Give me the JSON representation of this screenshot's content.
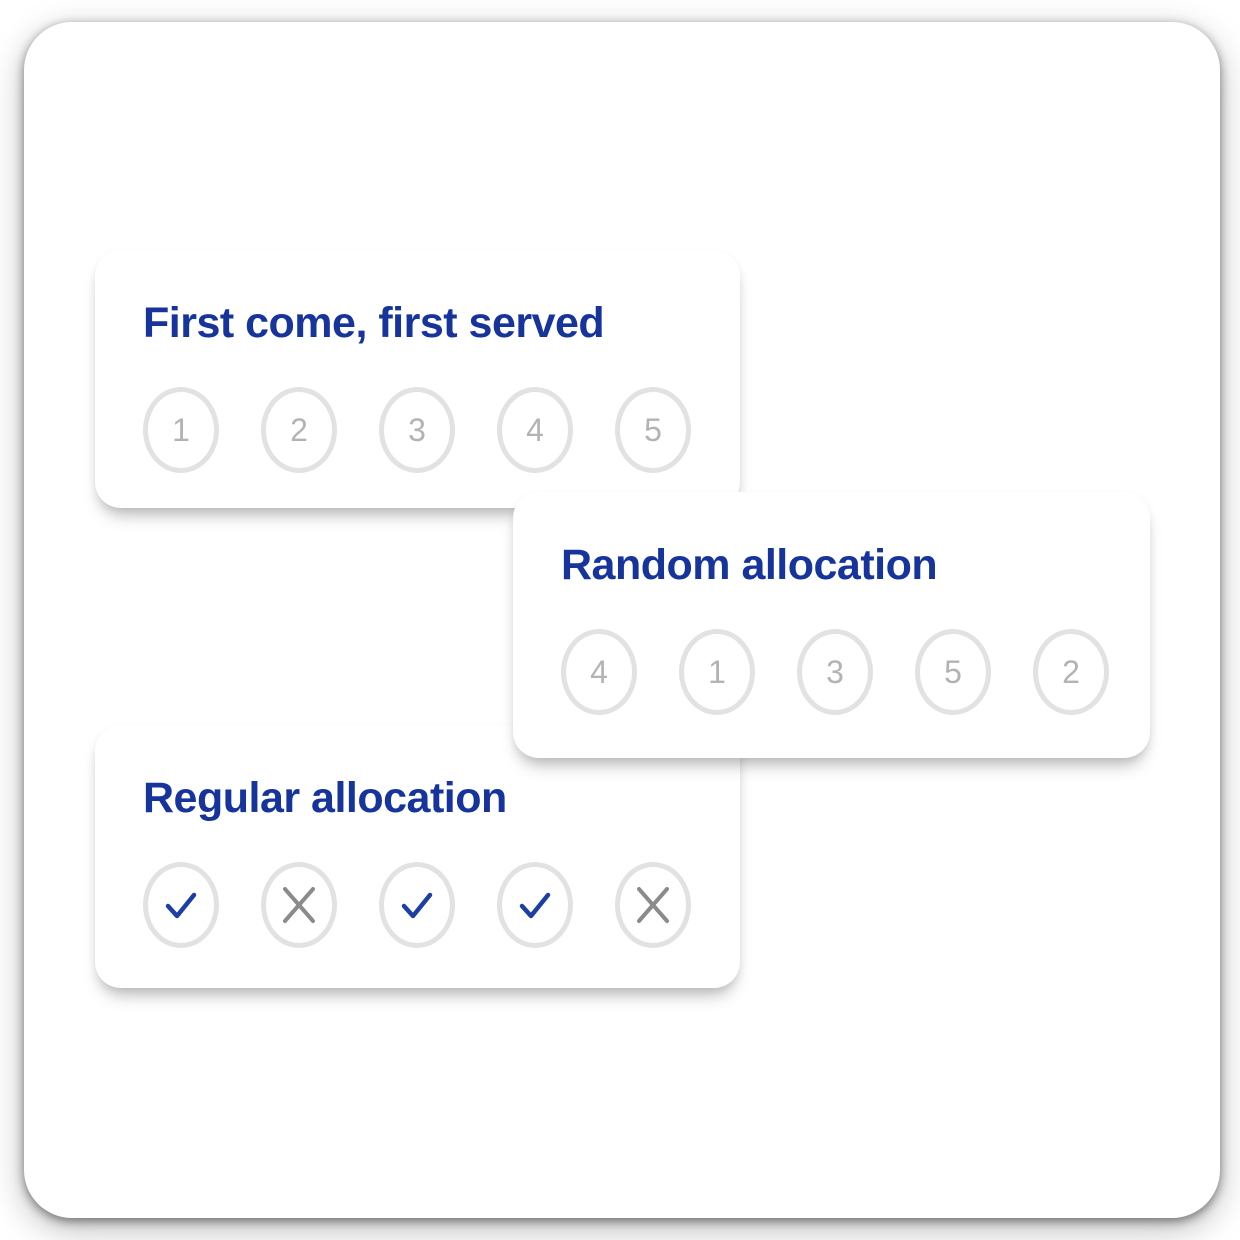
{
  "colors": {
    "title_blue": "#16349c",
    "check_blue": "#1d3fa3",
    "cross_gray": "#8b8b8b",
    "circle_border": "#e2e2e2",
    "circle_number_gray": "#b3b3b3",
    "card_background": "#ffffff",
    "frame_background": "#ffffff"
  },
  "cards": [
    {
      "title": "First come, first served",
      "type": "numbered-slots",
      "items": [
        "1",
        "2",
        "3",
        "4",
        "5"
      ]
    },
    {
      "title": "Random allocation",
      "type": "numbered-slots",
      "items": [
        "4",
        "1",
        "3",
        "5",
        "2"
      ]
    },
    {
      "title": "Regular allocation",
      "type": "result-slots",
      "items": [
        "check",
        "cross",
        "check",
        "check",
        "cross"
      ]
    }
  ]
}
